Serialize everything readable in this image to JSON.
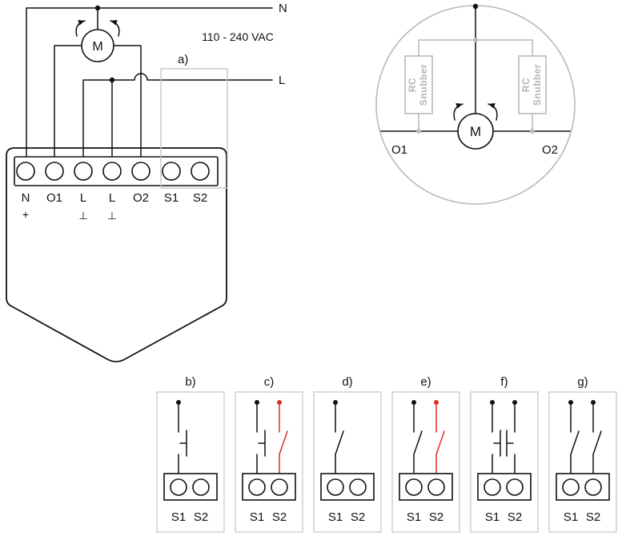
{
  "colors": {
    "line": "#111111",
    "red_accent": "#df2a25",
    "gray": "#b9b9b9",
    "panel_border": "#cccccc"
  },
  "main_diagram": {
    "neutral_label": "N",
    "live_label": "L",
    "voltage_label": "110 - 240 VAC",
    "section_label": "a)",
    "motor_label": "M",
    "terminal_labels": [
      "N",
      "O1",
      "L",
      "L",
      "O2",
      "S1",
      "S2"
    ],
    "neutral_symbol": "+",
    "earth_symbol_1": "⊥",
    "earth_symbol_2": "⊥"
  },
  "motor_detail": {
    "motor_label": "M",
    "o1_label": "O1",
    "o2_label": "O2",
    "snubber_left": {
      "line1": "RC",
      "line2": "Snubber"
    },
    "snubber_right": {
      "line1": "RC",
      "line2": "Snubber"
    }
  },
  "switch_panels": [
    {
      "label": "b)",
      "s1": "S1",
      "s2": "S2"
    },
    {
      "label": "c)",
      "s1": "S1",
      "s2": "S2"
    },
    {
      "label": "d)",
      "s1": "S1",
      "s2": "S2"
    },
    {
      "label": "e)",
      "s1": "S1",
      "s2": "S2"
    },
    {
      "label": "f)",
      "s1": "S1",
      "s2": "S2"
    },
    {
      "label": "g)",
      "s1": "S1",
      "s2": "S2"
    }
  ]
}
